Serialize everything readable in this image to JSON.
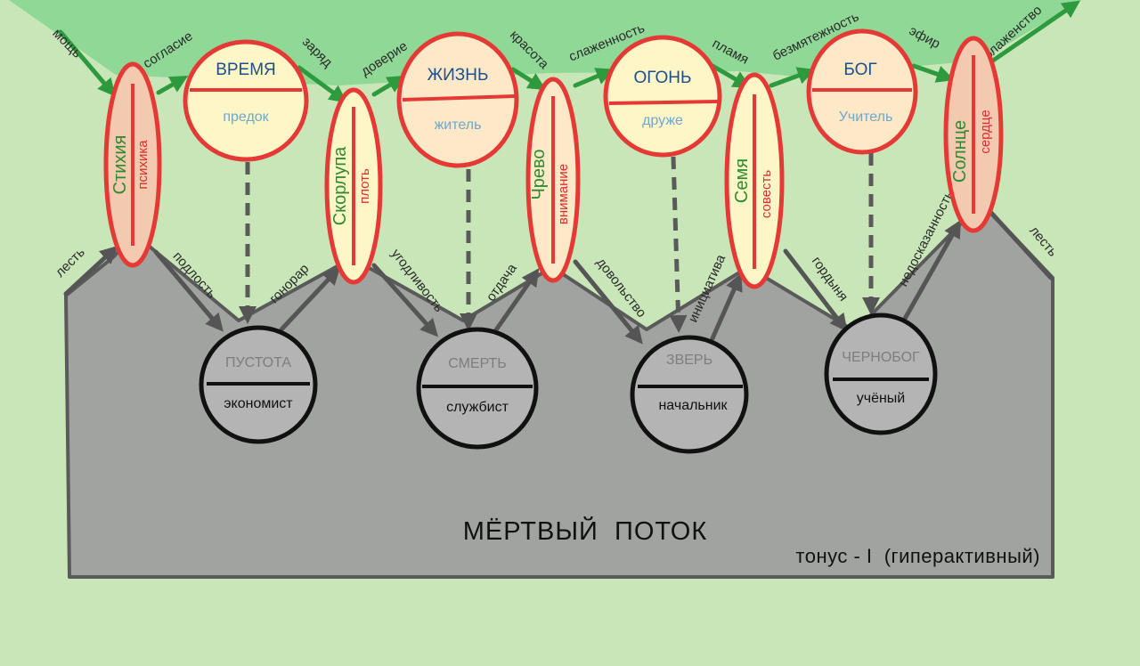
{
  "palette": {
    "background": "#c8e6b8",
    "living_flow": "#8fd895",
    "dead_flow": "#a0a39f",
    "node_fill": "#fde8c8",
    "node_border": "#e53935",
    "grey_node_fill": "#b4b4b4",
    "grey_node_border": "#111111"
  },
  "top_nodes": [
    {
      "upper": "ВРЕМЯ",
      "lower": "предок"
    },
    {
      "upper": "ЖИЗНЬ",
      "lower": "житель"
    },
    {
      "upper": "ОГОНЬ",
      "lower": "друже"
    },
    {
      "upper": "БОГ",
      "lower": "Учитель"
    }
  ],
  "oval_nodes": [
    {
      "upper": "Стихия",
      "lower": "психика"
    },
    {
      "upper": "Скорлупа",
      "lower": "плоть"
    },
    {
      "upper": "Чрево",
      "lower": "внимание"
    },
    {
      "upper": "Семя",
      "lower": "совесть"
    },
    {
      "upper": "Солнце",
      "lower": "сердце"
    }
  ],
  "bottom_nodes": [
    {
      "upper": "ПУСТОТА",
      "lower": "экономист"
    },
    {
      "upper": "СМЕРТЬ",
      "lower": "службист"
    },
    {
      "upper": "ЗВЕРЬ",
      "lower": "начальник"
    },
    {
      "upper": "ЧЕРНОБОГ",
      "lower": "учёный"
    }
  ],
  "upper_edges": [
    "мощь",
    "согласие",
    "заряд",
    "доверие",
    "красота",
    "слаженность",
    "пламя",
    "безмятежность",
    "эфир",
    "блаженство"
  ],
  "lower_edges": [
    "лесть",
    "подлость",
    "гонорар",
    "угодливость",
    "отдача",
    "довольство",
    "инициатива",
    "гордыня",
    "недосказанность",
    "лесть"
  ],
  "dead_flow_title": "МЁРТВЫЙ  ПОТОК",
  "tonus": "тонус - I  (гиперактивный)"
}
